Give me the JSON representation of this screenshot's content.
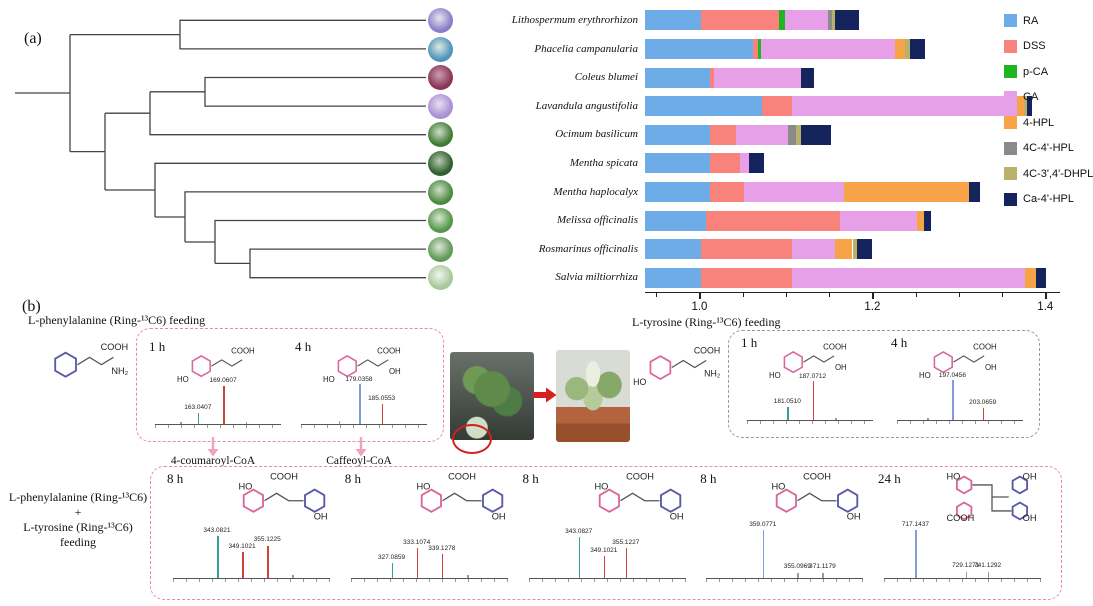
{
  "palette": {
    "teal": "#2fa39b",
    "red": "#cd4438",
    "blue": "#7f9fd6",
    "gray": "#9a9a9a",
    "ring_pink": "#d9679c",
    "ring_blue": "#5959a8",
    "box_pink": "#e887b2",
    "box_gray": "#9a9a9a",
    "highlight_red": "#d41f1f"
  },
  "panel_a": {
    "label": "(a)",
    "thumb_colors": [
      [
        "#8a7ec9",
        "#e8e4f0"
      ],
      [
        "#4f93bd",
        "#dcebdd"
      ],
      [
        "#8a3558",
        "#c9a0b0"
      ],
      [
        "#a98fd6",
        "#e8e0f0"
      ],
      [
        "#3f7a35",
        "#cfe0c8"
      ],
      [
        "#2e5f2e",
        "#b8ccb0"
      ],
      [
        "#4a8a40",
        "#d0e0c8"
      ],
      [
        "#55964a",
        "#d8e8d0"
      ],
      [
        "#5f9a55",
        "#dfe8d8"
      ],
      [
        "#a8c89a",
        "#f2f6ec"
      ]
    ],
    "chart_data": {
      "type": "bar",
      "orientation": "horizontal",
      "stacked": true,
      "xlim": [
        0.937,
        1.417
      ],
      "xticks": [
        "1.0",
        "1.2",
        "1.4"
      ],
      "xtick_values": [
        1.0,
        1.2,
        1.4
      ],
      "minor_ticks": [
        0.95,
        1.05,
        1.1,
        1.15,
        1.25,
        1.3,
        1.35
      ],
      "legend_position": "right",
      "categories": [
        "Lithospermum erythrorhizon",
        "Phacelia campanularia",
        "Coleus blumei",
        "Lavandula angustifolia",
        "Ocimum basilicum",
        "Mentha spicata",
        "Mentha haplocalyx",
        "Melissa officinalis",
        "Rosmarinus officinalis",
        "Salvia miltiorrhiza"
      ],
      "series": [
        {
          "name": "RA",
          "color": "#6EACE8",
          "values": [
            0.065,
            0.125,
            0.075,
            0.135,
            0.075,
            0.075,
            0.075,
            0.07,
            0.065,
            0.065
          ]
        },
        {
          "name": "DSS",
          "color": "#F8837C",
          "values": [
            0.09,
            0.006,
            0.005,
            0.035,
            0.03,
            0.035,
            0.04,
            0.155,
            0.105,
            0.105
          ]
        },
        {
          "name": "p-CA",
          "color": "#1EB422",
          "values": [
            0.007,
            0.003,
            0.0,
            0.0,
            0.0,
            0.0,
            0.0,
            0.0,
            0.0,
            0.0
          ]
        },
        {
          "name": "CA",
          "color": "#E79FE8",
          "values": [
            0.05,
            0.155,
            0.1,
            0.26,
            0.06,
            0.01,
            0.115,
            0.09,
            0.05,
            0.27
          ]
        },
        {
          "name": "4-HPL",
          "color": "#F6A447",
          "values": [
            0.0,
            0.012,
            0.0,
            0.008,
            0.0,
            0.0,
            0.145,
            0.008,
            0.02,
            0.012
          ]
        },
        {
          "name": "4C-4'-HPL",
          "color": "#8A8A8A",
          "values": [
            0.004,
            0.0,
            0.0,
            0.0,
            0.01,
            0.0,
            0.0,
            0.0,
            0.0,
            0.0
          ]
        },
        {
          "name": "4C-3',4'-DHPL",
          "color": "#B9B06A",
          "values": [
            0.004,
            0.005,
            0.0,
            0.004,
            0.005,
            0.0,
            0.0,
            0.0,
            0.005,
            0.0
          ]
        },
        {
          "name": "Ca-4'-HPL",
          "color": "#16245E",
          "values": [
            0.028,
            0.018,
            0.015,
            0.006,
            0.035,
            0.018,
            0.012,
            0.008,
            0.018,
            0.012
          ]
        }
      ]
    }
  },
  "panel_b": {
    "label": "(b)",
    "phe_feeding_label": "L-phenylalanine (Ring-¹³C6) feeding",
    "tyr_feeding_label": "L-tyrosine (Ring-¹³C6) feeding",
    "combined_feeding_lines": [
      "L-phenylalanine (Ring-¹³C6)",
      "+",
      "L-tyrosine (Ring-¹³C6)",
      "feeding"
    ],
    "coumaroyl_label": "4-coumaroyl-CoA",
    "caffeoyl_label": "Caffeoyl-CoA",
    "phe_structure": {
      "rings": [
        "blue"
      ],
      "labels": [
        "COOH",
        "NH₂"
      ]
    },
    "tyr_structure": {
      "rings": [
        "pink"
      ],
      "labels": [
        "COOH",
        "NH₂",
        "HO"
      ]
    },
    "phe_spectra": [
      {
        "time": "1 h",
        "structure": {
          "rings": [
            "pink"
          ],
          "labels": [
            "COOH",
            "",
            "HO"
          ]
        },
        "peaks": [
          {
            "x": 0.2,
            "h": 0.04,
            "c": "gray",
            "label": ""
          },
          {
            "x": 0.34,
            "h": 0.26,
            "c": "teal",
            "label": "163.0407"
          },
          {
            "x": 0.54,
            "h": 0.86,
            "c": "red",
            "label": "169.0607"
          },
          {
            "x": 0.72,
            "h": 0.05,
            "c": "gray",
            "label": ""
          }
        ]
      },
      {
        "time": "4 h",
        "structure": {
          "rings": [
            "pink"
          ],
          "labels": [
            "COOH",
            "OH",
            "HO"
          ]
        },
        "peaks": [
          {
            "x": 0.3,
            "h": 0.06,
            "c": "gray",
            "label": ""
          },
          {
            "x": 0.46,
            "h": 0.9,
            "c": "blue",
            "label": "179.0358"
          },
          {
            "x": 0.64,
            "h": 0.46,
            "c": "red",
            "label": "185.0553"
          }
        ]
      }
    ],
    "tyr_spectra": [
      {
        "time": "1 h",
        "structure": {
          "rings": [
            "pink"
          ],
          "labels": [
            "COOH",
            "OH",
            "HO"
          ]
        },
        "peaks": [
          {
            "x": 0.32,
            "h": 0.3,
            "c": "teal",
            "label": "181.0510"
          },
          {
            "x": 0.52,
            "h": 0.88,
            "c": "red",
            "label": "187.0712"
          },
          {
            "x": 0.7,
            "h": 0.04,
            "c": "gray",
            "label": ""
          }
        ]
      },
      {
        "time": "4 h",
        "structure": {
          "rings": [
            "pink"
          ],
          "labels": [
            "COOH",
            "OH",
            "HO"
          ]
        },
        "peaks": [
          {
            "x": 0.24,
            "h": 0.05,
            "c": "gray",
            "label": ""
          },
          {
            "x": 0.44,
            "h": 0.9,
            "c": "blue",
            "label": "197.0456"
          },
          {
            "x": 0.68,
            "h": 0.28,
            "c": "red",
            "label": "203.0659"
          }
        ]
      }
    ],
    "combined_spectra": [
      {
        "time": "8 h",
        "structure": {
          "rings": [
            "pink",
            "blue"
          ],
          "labels": [
            "HO",
            "COOH",
            "OH"
          ]
        },
        "peaks": [
          {
            "x": 0.28,
            "h": 0.78,
            "c": "teal",
            "label": "343.0821"
          },
          {
            "x": 0.44,
            "h": 0.48,
            "c": "red",
            "label": "349.1021"
          },
          {
            "x": 0.6,
            "h": 0.6,
            "c": "red",
            "label": "355.1225"
          },
          {
            "x": 0.76,
            "h": 0.05,
            "c": "gray",
            "label": ""
          }
        ]
      },
      {
        "time": "8 h",
        "structure": {
          "rings": [
            "pink",
            "blue"
          ],
          "labels": [
            "HO",
            "COOH",
            "OH"
          ]
        },
        "peaks": [
          {
            "x": 0.26,
            "h": 0.28,
            "c": "teal",
            "label": "327.0859"
          },
          {
            "x": 0.42,
            "h": 0.55,
            "c": "red",
            "label": "333.1074"
          },
          {
            "x": 0.58,
            "h": 0.44,
            "c": "red",
            "label": "339.1278"
          },
          {
            "x": 0.74,
            "h": 0.05,
            "c": "gray",
            "label": ""
          }
        ]
      },
      {
        "time": "8 h",
        "structure": {
          "rings": [
            "pink",
            "blue"
          ],
          "labels": [
            "HO",
            "COOH",
            "OH"
          ]
        },
        "peaks": [
          {
            "x": 0.32,
            "h": 0.76,
            "c": "teal",
            "label": "343.0827"
          },
          {
            "x": 0.48,
            "h": 0.4,
            "c": "red",
            "label": "349.1021"
          },
          {
            "x": 0.62,
            "h": 0.56,
            "c": "red",
            "label": "355.1227"
          }
        ]
      },
      {
        "time": "8 h",
        "structure": {
          "rings": [
            "pink",
            "blue"
          ],
          "labels": [
            "HO",
            "COOH",
            "OH"
          ]
        },
        "peaks": [
          {
            "x": 0.36,
            "h": 0.88,
            "c": "blue",
            "label": "359.0771"
          },
          {
            "x": 0.58,
            "h": 0.1,
            "c": "gray",
            "label": "355.0969"
          },
          {
            "x": 0.74,
            "h": 0.1,
            "c": "gray",
            "label": "371.1179"
          }
        ]
      },
      {
        "time": "24 h",
        "structure": {
          "rings": [
            "pink",
            "blue",
            "pink",
            "blue"
          ],
          "labels": [
            "HO",
            "OH",
            "COOH",
            "OH"
          ]
        },
        "peaks": [
          {
            "x": 0.2,
            "h": 0.88,
            "c": "blue",
            "label": "717.1437"
          },
          {
            "x": 0.52,
            "h": 0.12,
            "c": "gray",
            "label": "729.1271"
          },
          {
            "x": 0.66,
            "h": 0.12,
            "c": "gray",
            "label": "741.1292"
          }
        ]
      }
    ]
  }
}
